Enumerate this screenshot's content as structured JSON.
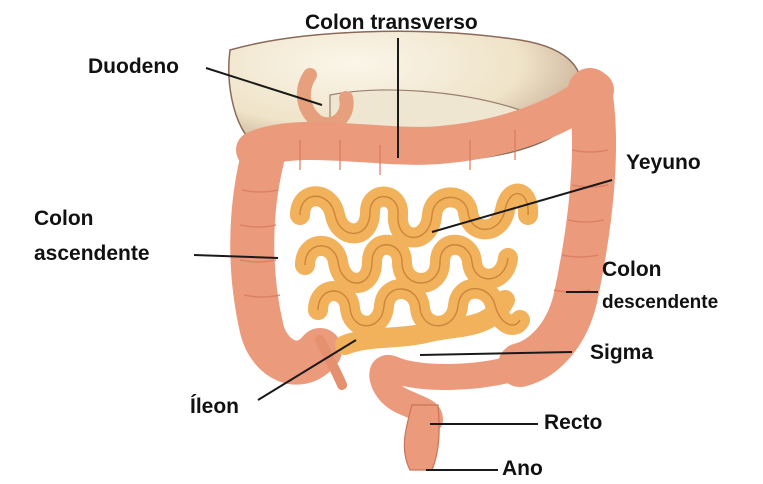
{
  "labels": {
    "colon_transverso": "Colon transverso",
    "duodeno": "Duodeno",
    "yeyuno": "Yeyuno",
    "colon_ascendente": [
      "Colon",
      "ascendente"
    ],
    "colon_descendente": [
      "Colon",
      "descendente"
    ],
    "sigma": "Sigma",
    "ileon": "Íleon",
    "recto": "Recto",
    "ano": "Ano"
  },
  "colors": {
    "colon": "#f2a487",
    "colon_dark": "#d9765d",
    "small_intestine": "#f3b25c",
    "small_intestine_dark": "#c9823a",
    "liver": "#f4ead6",
    "liver_dark": "#9a7a6a",
    "stomach": "#e9e0cc",
    "line": "#1a1a1a"
  }
}
